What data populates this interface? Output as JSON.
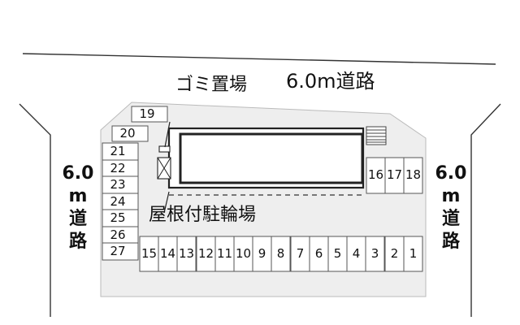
{
  "roads": {
    "top": "6.0m道路",
    "left": [
      "6.0",
      "m",
      "道",
      "路"
    ],
    "right": [
      "6.0",
      "m",
      "道",
      "路"
    ]
  },
  "labels": {
    "garbage": "ゴミ置場",
    "covered_bike": "屋根付駐輪場"
  },
  "bottom_row_slots": [
    "15",
    "14",
    "13",
    "12",
    "11",
    "10",
    "9",
    "8",
    "7",
    "6",
    "5",
    "4",
    "3",
    "2",
    "1"
  ],
  "left_column_slots": [
    "21",
    "22",
    "23",
    "24",
    "25",
    "26",
    "27"
  ],
  "top_slots": [
    "19",
    "20"
  ],
  "right_slots": [
    "16",
    "17",
    "18"
  ],
  "colors": {
    "lot": "#eeeeee",
    "building_outline": "#222222",
    "road_edge": "#333333"
  }
}
